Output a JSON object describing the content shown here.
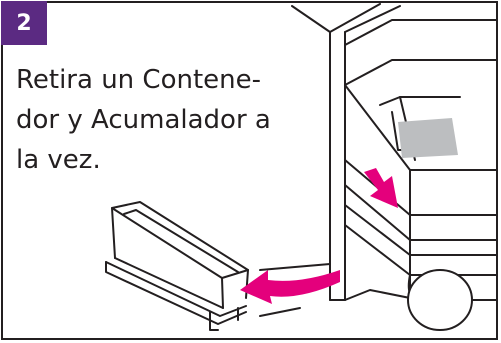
{
  "step": {
    "number": "2",
    "badge_color": "#5b2a82"
  },
  "instruction": {
    "line1": "Retira un Contene-",
    "line2": "dor y Acumalador a",
    "line3": "la vez."
  },
  "illustration": {
    "arrow_color": "#e4007c",
    "line_color": "#231f20",
    "icons": [
      "cabinet",
      "container-with-accumulator",
      "removed-container",
      "push-arrow",
      "pull-arrow"
    ]
  }
}
